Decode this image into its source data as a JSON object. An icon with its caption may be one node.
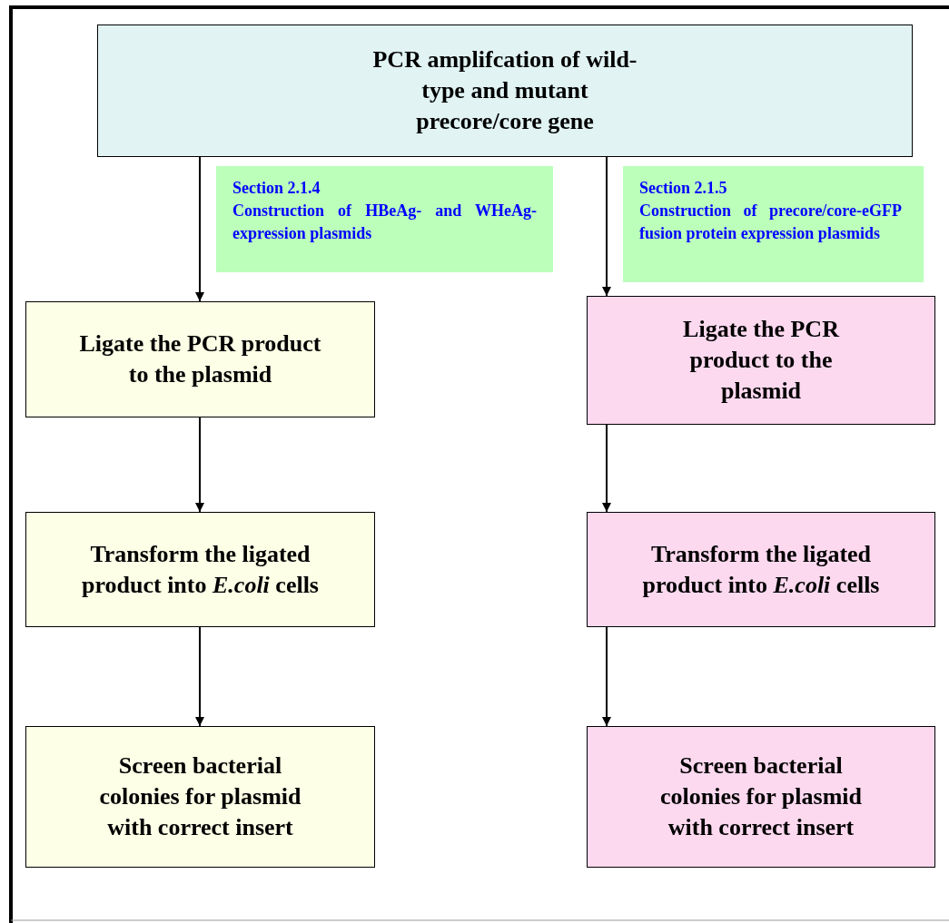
{
  "diagram": {
    "nodes": [
      {
        "text": [
          "PCR amplifcation of wild-type and mutant precore/core gene"
        ]
      },
      {
        "text": [
          "Section 2.1.4",
          "Construction of HBeAg- and WHeAg- expression plasmids"
        ]
      },
      {
        "text": [
          "Section 2.1.5",
          "Construction of precore/core-eGFP fusion protein expression plasmids"
        ]
      },
      {
        "text": [
          "Ligate the PCR product to the plasmid"
        ]
      },
      {
        "text": [
          "Ligate the PCR product to the plasmid"
        ]
      },
      {
        "text": [
          "Transform the ligated product into *E.coli* cells"
        ]
      },
      {
        "text": [
          "Transform the ligated product into *E.coli* cells"
        ]
      },
      {
        "text": [
          "Screen bacterial colonies for plasmid with correct insert"
        ]
      },
      {
        "text": [
          "Screen bacterial colonies for plasmid with correct insert"
        ]
      }
    ],
    "edges": [
      {
        "from": 0,
        "to": 3,
        "arrow": "to"
      },
      {
        "from": 0,
        "to": 4,
        "arrow": "to"
      },
      {
        "from": 3,
        "to": 5,
        "arrow": "to"
      },
      {
        "from": 5,
        "to": 7,
        "arrow": "to"
      },
      {
        "from": 4,
        "to": 6,
        "arrow": "to"
      },
      {
        "from": 6,
        "to": 8,
        "arrow": "to"
      }
    ]
  }
}
